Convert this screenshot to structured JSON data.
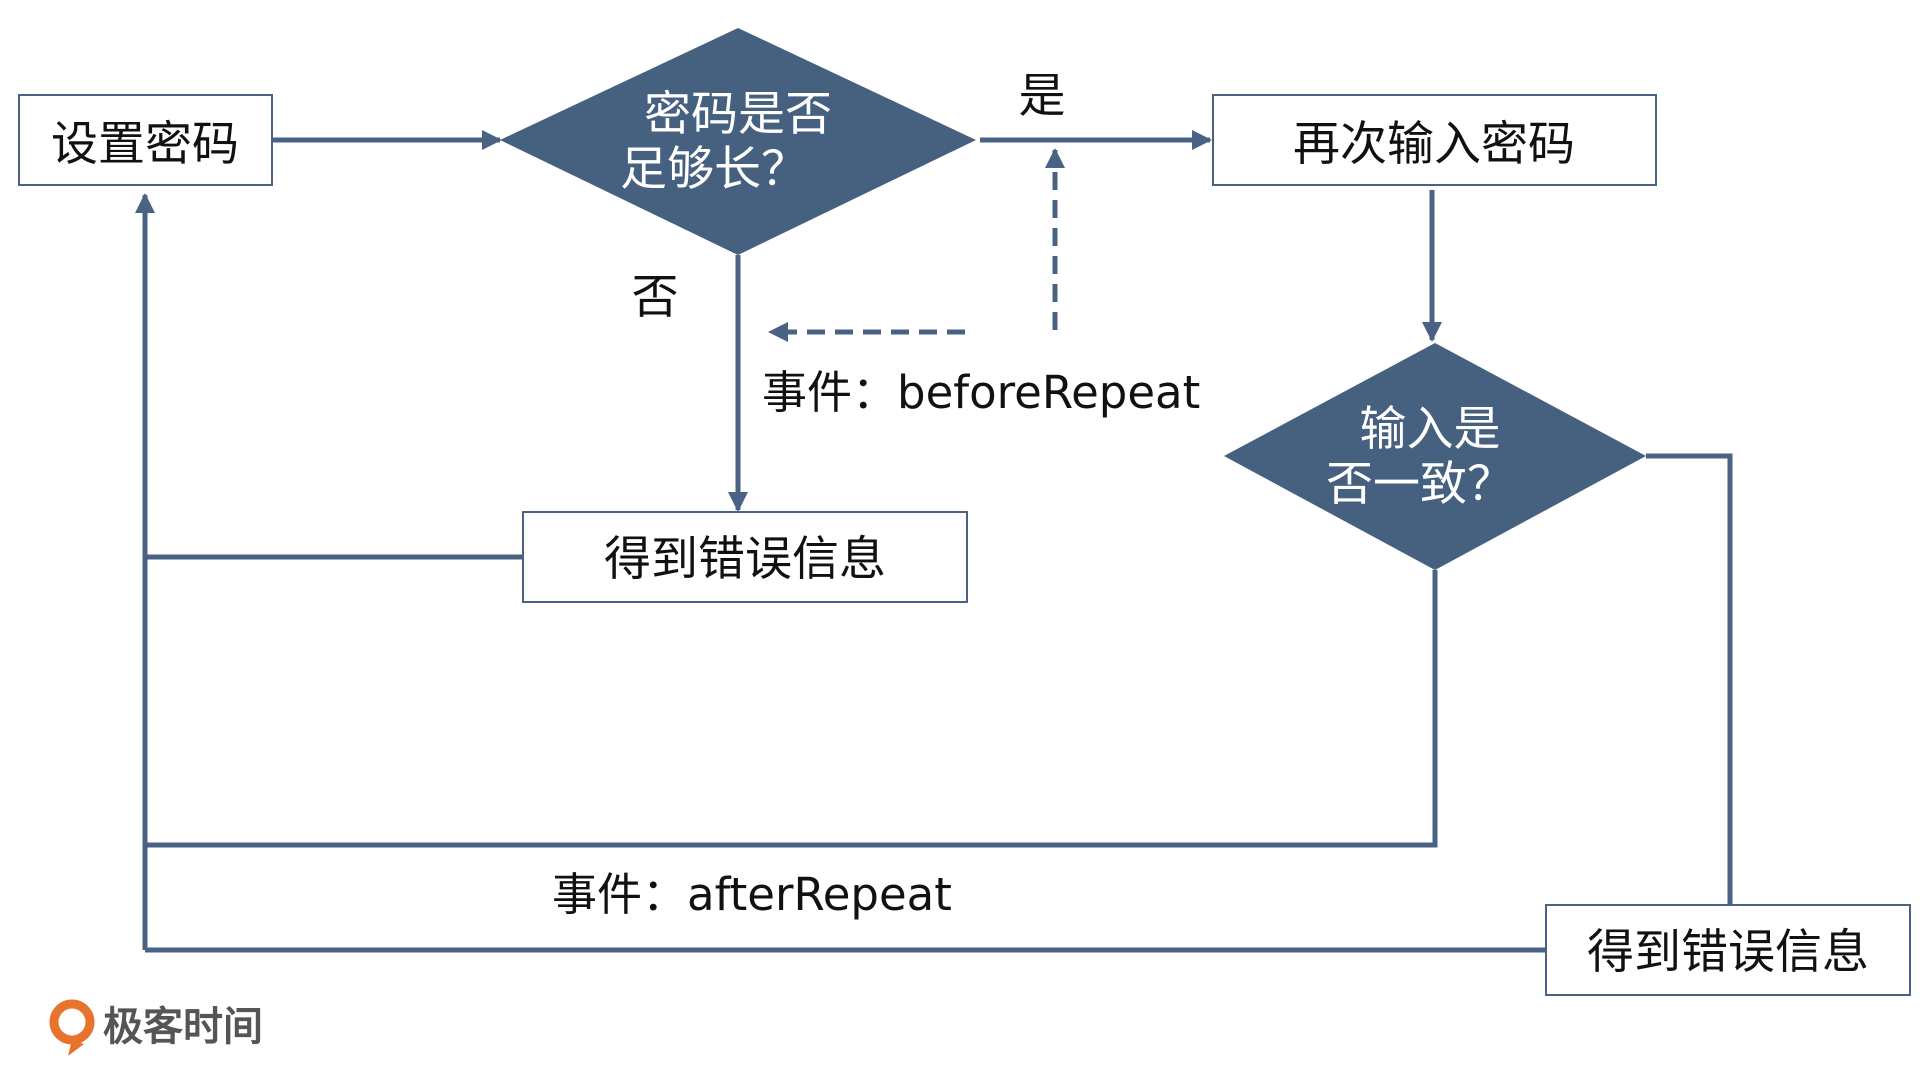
{
  "nodes": {
    "set_password": "设置密码",
    "check_length": [
      "密码是否",
      "足够长？"
    ],
    "repeat_password": "再次输入密码",
    "check_match": [
      "输入是",
      "否一致？"
    ],
    "error_one": "得到错误信息",
    "error_two": "得到错误信息"
  },
  "labels": {
    "yes": "是",
    "no": "否",
    "event_before": "事件：beforeRepeat",
    "event_after": "事件：afterRepeat"
  },
  "colors": {
    "accent": "#46607f",
    "logo": "#e8732c"
  },
  "branding": {
    "logo_text": "极客时间"
  }
}
